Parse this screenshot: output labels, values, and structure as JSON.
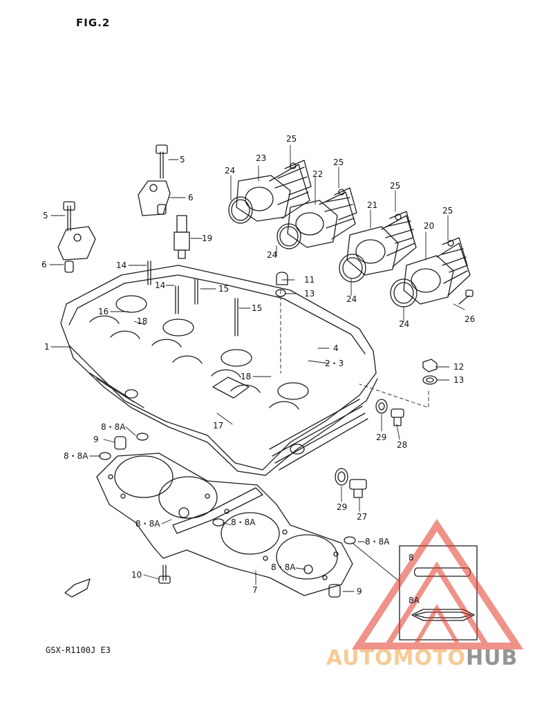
{
  "figure": {
    "title": "FIG.2",
    "model": "GSX-R1100J E3"
  },
  "callouts": [
    {
      "id": "c-25a",
      "text": "25"
    },
    {
      "id": "c-25b",
      "text": "25"
    },
    {
      "id": "c-25c",
      "text": "25"
    },
    {
      "id": "c-25d",
      "text": "25"
    },
    {
      "id": "c-23",
      "text": "23"
    },
    {
      "id": "c-22",
      "text": "22"
    },
    {
      "id": "c-21",
      "text": "21"
    },
    {
      "id": "c-20",
      "text": "20"
    },
    {
      "id": "c-24a",
      "text": "24"
    },
    {
      "id": "c-24b",
      "text": "24"
    },
    {
      "id": "c-24c",
      "text": "24"
    },
    {
      "id": "c-24d",
      "text": "24"
    },
    {
      "id": "c-5a",
      "text": "5"
    },
    {
      "id": "c-5b",
      "text": "5"
    },
    {
      "id": "c-6a",
      "text": "6"
    },
    {
      "id": "c-6b",
      "text": "6"
    },
    {
      "id": "c-19",
      "text": "19"
    },
    {
      "id": "c-14a",
      "text": "14"
    },
    {
      "id": "c-14b",
      "text": "14"
    },
    {
      "id": "c-15a",
      "text": "15"
    },
    {
      "id": "c-15b",
      "text": "15"
    },
    {
      "id": "c-16",
      "text": "16"
    },
    {
      "id": "c-18a",
      "text": "18"
    },
    {
      "id": "c-18b",
      "text": "18"
    },
    {
      "id": "c-11",
      "text": "11"
    },
    {
      "id": "c-13a",
      "text": "13"
    },
    {
      "id": "c-13b",
      "text": "13"
    },
    {
      "id": "c-12",
      "text": "12"
    },
    {
      "id": "c-26",
      "text": "26"
    },
    {
      "id": "c-1",
      "text": "1"
    },
    {
      "id": "c-4",
      "text": "4"
    },
    {
      "id": "c-2-3",
      "text": "2・3"
    },
    {
      "id": "c-17",
      "text": "17"
    },
    {
      "id": "c-29a",
      "text": "29"
    },
    {
      "id": "c-28",
      "text": "28"
    },
    {
      "id": "c-29b",
      "text": "29"
    },
    {
      "id": "c-27",
      "text": "27"
    },
    {
      "id": "c-88a-1",
      "text": "8・8A"
    },
    {
      "id": "c-9a",
      "text": "9"
    },
    {
      "id": "c-88a-2",
      "text": "8・8A"
    },
    {
      "id": "c-88a-3",
      "text": "8・8A"
    },
    {
      "id": "c-88a-4",
      "text": "8・8A"
    },
    {
      "id": "c-88a-5",
      "text": "8・8A"
    },
    {
      "id": "c-88a-6",
      "text": "8・8A"
    },
    {
      "id": "c-10",
      "text": "10"
    },
    {
      "id": "c-7",
      "text": "7"
    },
    {
      "id": "c-9b",
      "text": "9"
    }
  ],
  "inset": {
    "label_top": "8",
    "label_bottom": "8A"
  },
  "fwd_marker": "FWD",
  "watermark": {
    "part1": "AUTOMOTO",
    "part2": "HUB"
  },
  "colors": {
    "ink": "#1a1a1a",
    "watermark_red": "#e23a2a",
    "watermark_orange": "#eea03c"
  }
}
